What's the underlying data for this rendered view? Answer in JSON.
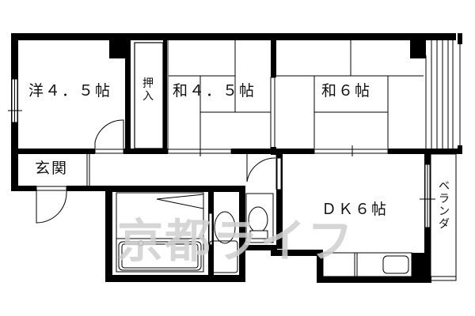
{
  "floor_plan": {
    "rooms": [
      {
        "id": "western-room",
        "label": "洋４．５帖"
      },
      {
        "id": "japanese-room-small",
        "label": "和４．５帖"
      },
      {
        "id": "japanese-room-large",
        "label": "和６帖"
      },
      {
        "id": "entrance",
        "label": "玄関"
      },
      {
        "id": "dining-kitchen",
        "label": "ＤＫ６帖"
      },
      {
        "id": "veranda",
        "label": "ベランダ"
      },
      {
        "id": "closet",
        "label": "押入"
      }
    ],
    "watermark": "京都ライフ",
    "colors": {
      "wall": "#000000",
      "background": "#ffffff",
      "watermark": "#d0d0d0"
    }
  }
}
